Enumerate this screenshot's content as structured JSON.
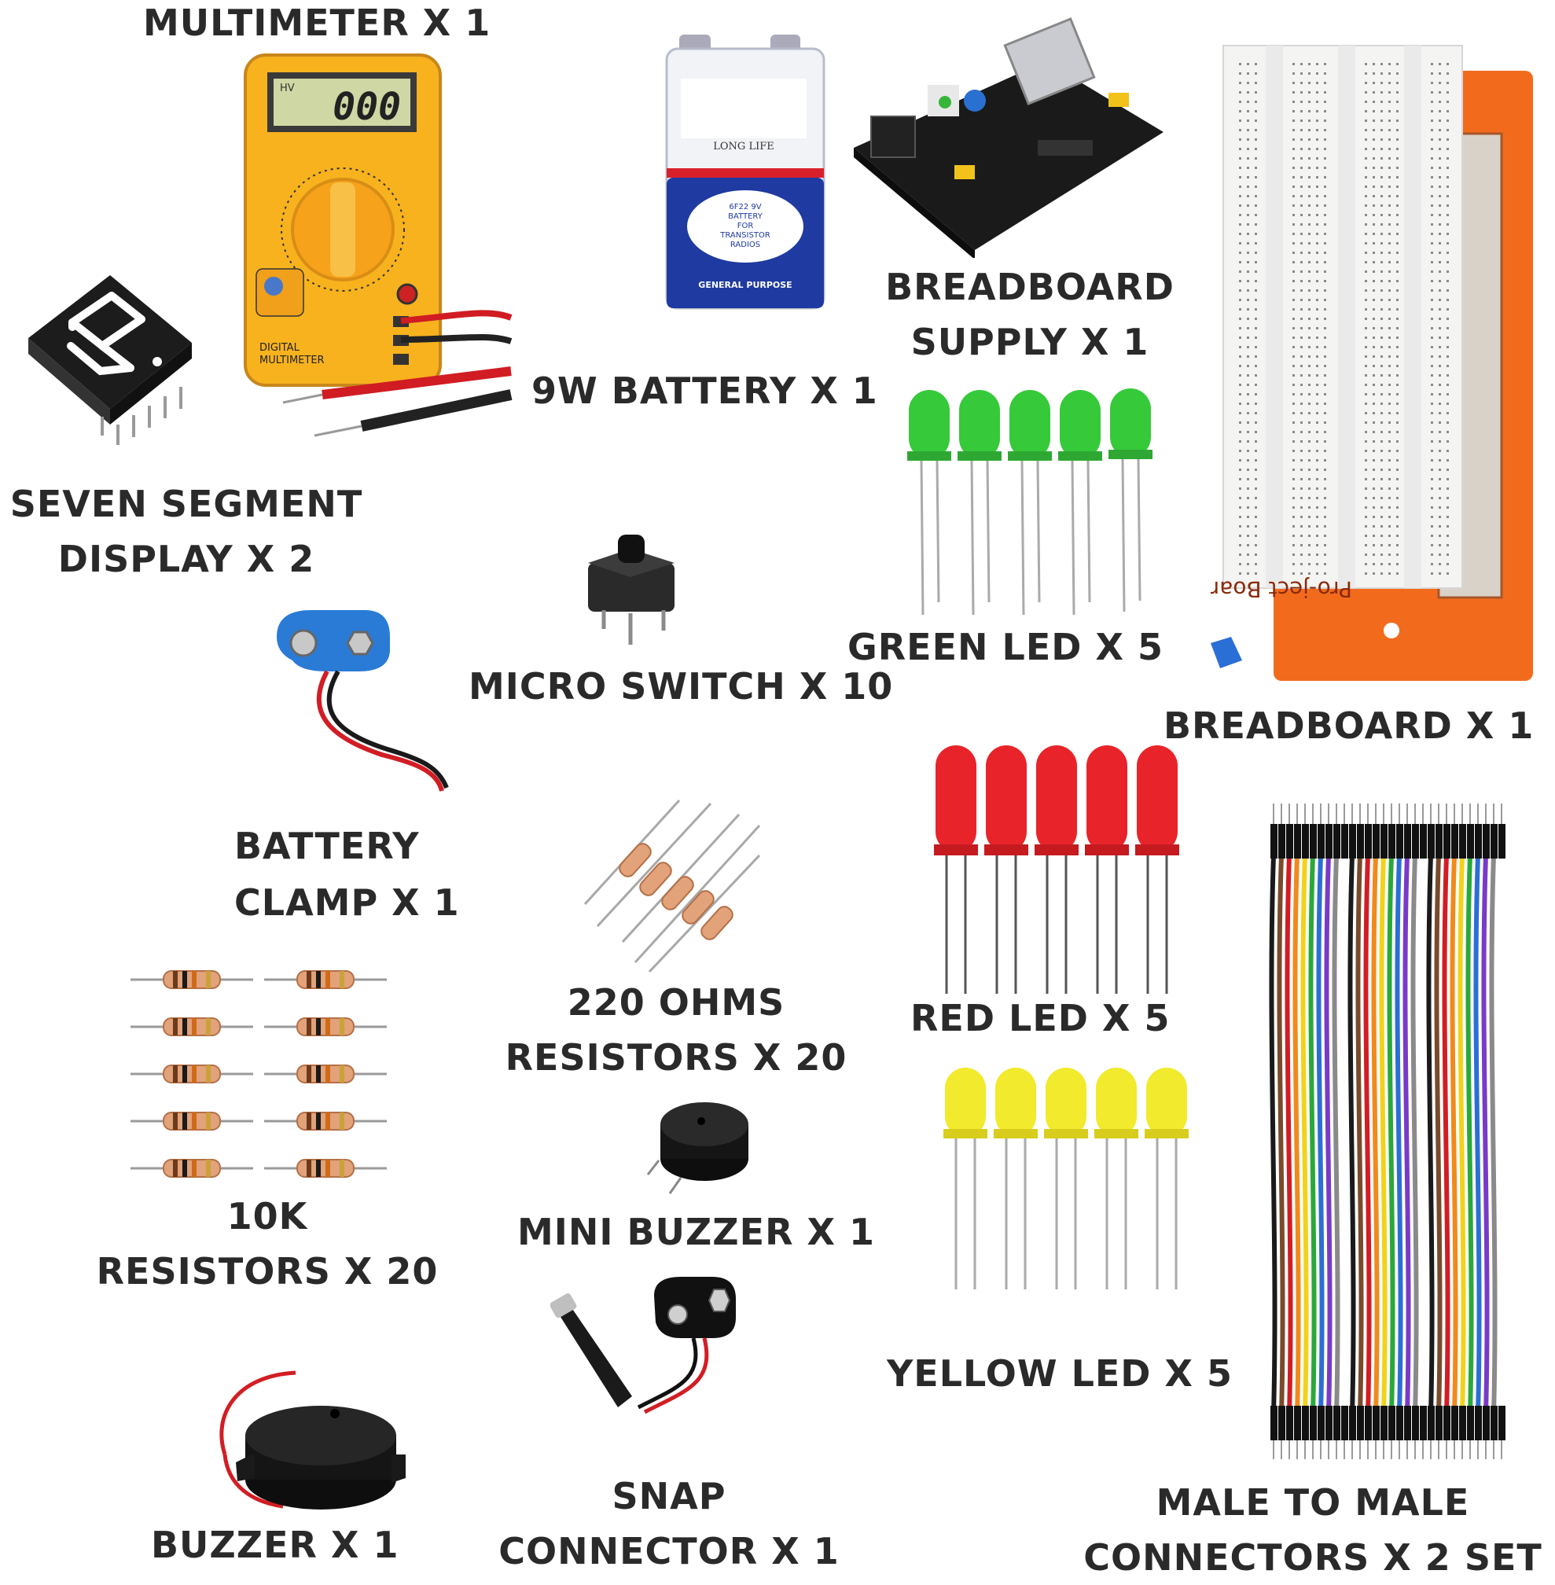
{
  "labels": {
    "multimeter": "MULTIMETER X 1",
    "battery": "9W BATTERY X 1",
    "breadboard_supply_1": "BREADBOARD",
    "breadboard_supply_2": "SUPPLY  X 1",
    "seven_segment_1": "SEVEN SEGMENT",
    "seven_segment_2": "DISPLAY X 2",
    "green_led": "GREEN LED  X 5",
    "micro_switch": "MICRO SWITCH  X 10",
    "breadboard": "BREADBOARD X 1",
    "battery_clamp_1": "BATTERY",
    "battery_clamp_2": "CLAMP X 1",
    "resistors_220_1": "220 OHMS",
    "resistors_220_2": "RESISTORS X 20",
    "red_led": "RED LED  X 5",
    "resistors_10k_1": "10K",
    "resistors_10k_2": "RESISTORS X 20",
    "mini_buzzer": "MINI BUZZER  X 1",
    "yellow_led": "YELLOW LED  X 5",
    "buzzer": "BUZZER X 1",
    "snap_connector_1": "SNAP",
    "snap_connector_2": "CONNECTOR X 1",
    "jumpers_1": "MALE TO MALE",
    "jumpers_2": "CONNECTORS X 2 SET"
  },
  "multimeter": {
    "display": "000",
    "hv": "HV",
    "text_1": "DIGITAL",
    "text_2": "MULTIMETER",
    "body_color": "#f7b21e"
  },
  "battery_print": {
    "top": "LONG LIFE",
    "lines": [
      "6F22 9V",
      "BATTERY",
      "FOR",
      "TRANSISTOR",
      "RADIOS"
    ],
    "bottom": "GENERAL PURPOSE"
  },
  "breadboard_print": {
    "brand": "Pro-ject Board"
  },
  "colors": {
    "led_green": "#36c93a",
    "led_red": "#e8242a",
    "led_yellow": "#f2ea2c",
    "board_orange": "#f26b1d"
  }
}
